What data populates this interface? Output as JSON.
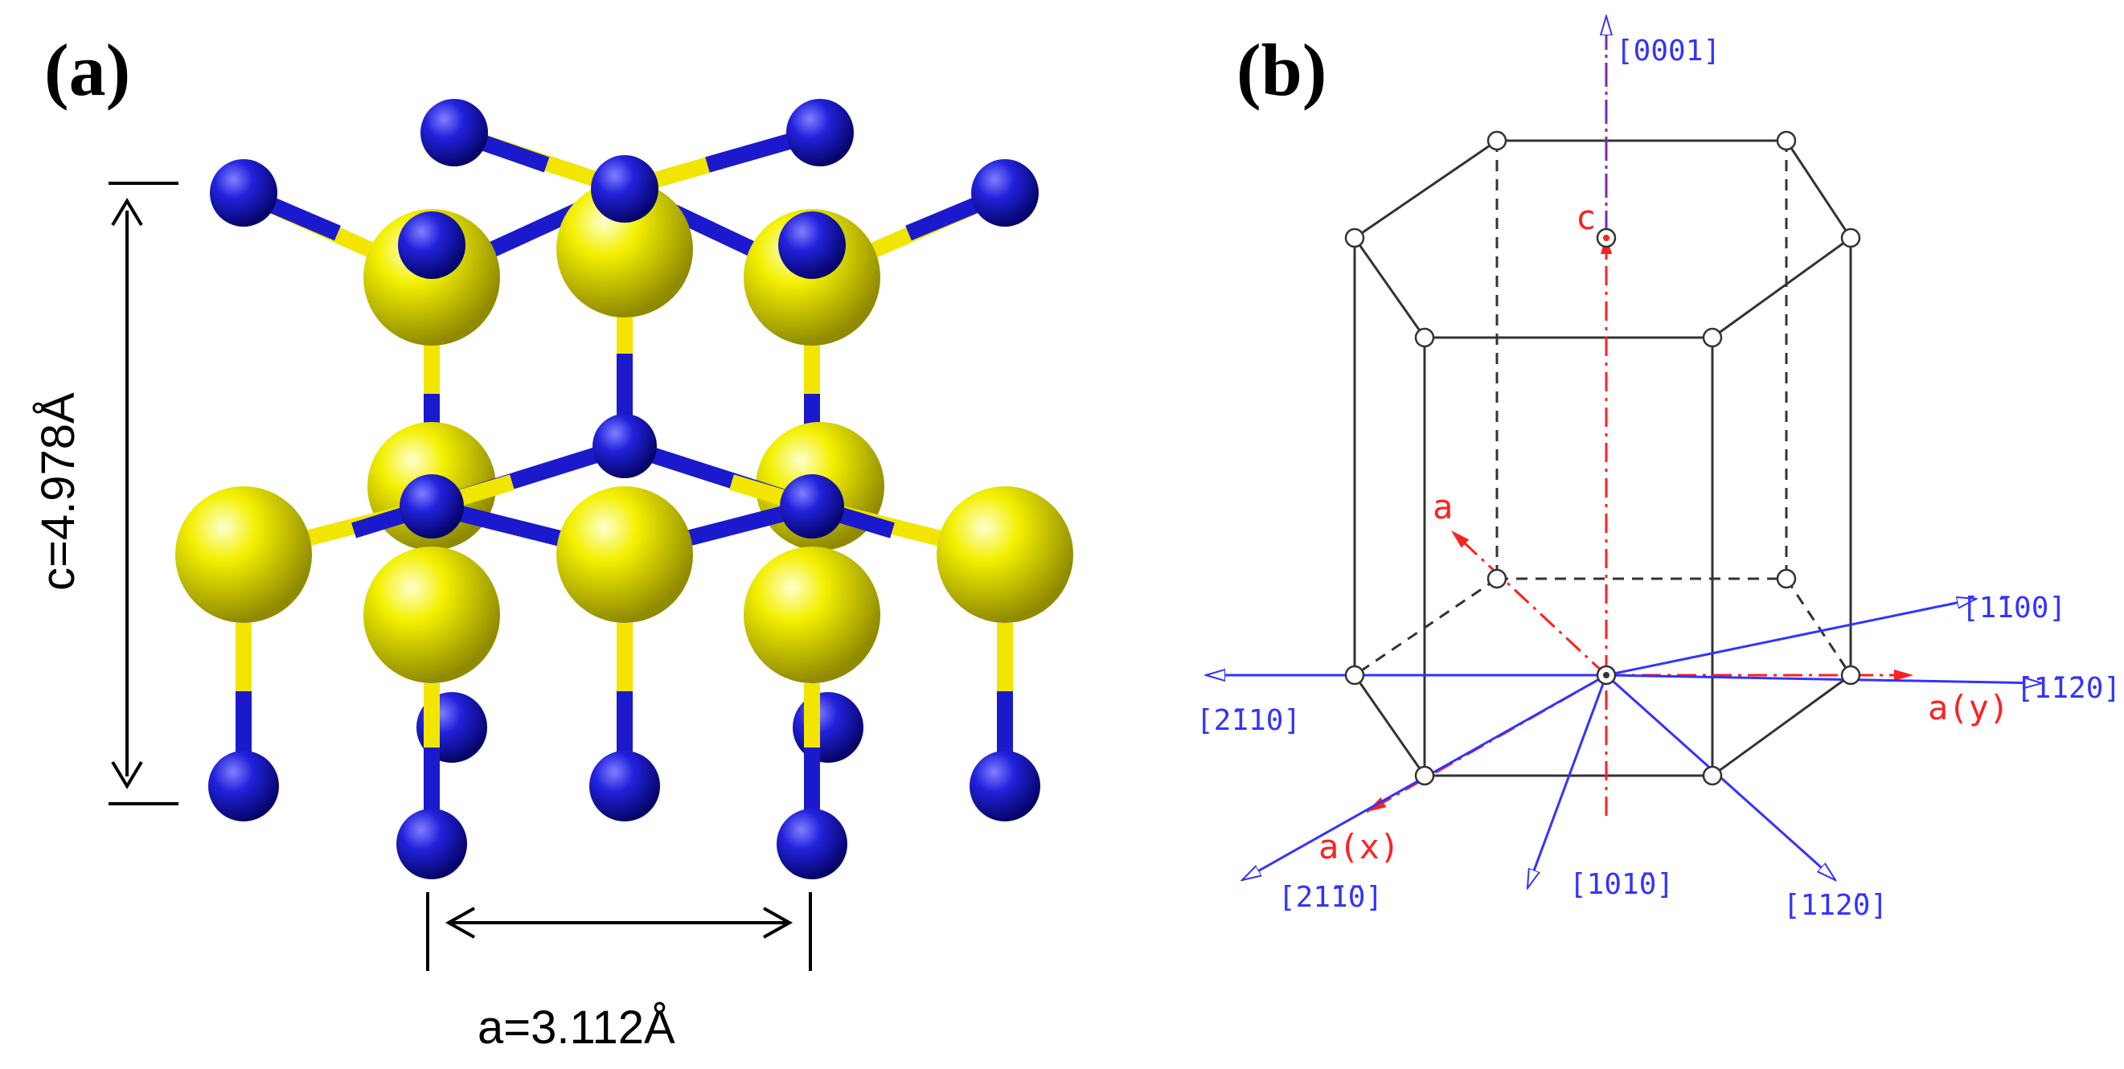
{
  "panel_a": {
    "label": "(a)",
    "c_dimension": "c=4.978Å",
    "a_dimension": "a=3.112Å",
    "atom_colors": {
      "large_atom": "#e6e600",
      "small_atom": "#1a1acc",
      "bond_yellow": "#f2e600",
      "bond_blue": "#1a1acc"
    }
  },
  "panel_b": {
    "label": "(b)",
    "directions": {
      "d0001": "[0001]",
      "d_1100": "[1̄100]",
      "d_1_120": "[1̄1̄20]",
      "d_2110": "[2̄110]",
      "d2_1_10": "[21̄1̄0]",
      "d10_10": "[101̄0]",
      "d11_20": "[112̄0]"
    },
    "axes": {
      "c": "c",
      "a": "a",
      "ay": "a(y)",
      "ax": "a(x)"
    },
    "colors": {
      "frame": "#333333",
      "blue_dir": "#3333ff",
      "red_axis": "#ff2020",
      "purple": "#7a2ab0"
    }
  }
}
